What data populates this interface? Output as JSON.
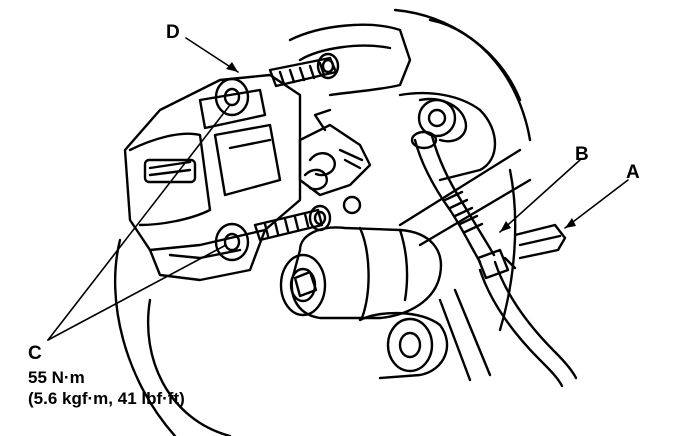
{
  "callouts": {
    "a": "A",
    "b": "B",
    "c": "C",
    "d": "D"
  },
  "torque_spec": {
    "line1": "55 N·m",
    "line2": "(5.6 kgf·m, 41 lbf·ft)"
  },
  "colors": {
    "ink": "#000000",
    "paper": "#ffffff"
  }
}
